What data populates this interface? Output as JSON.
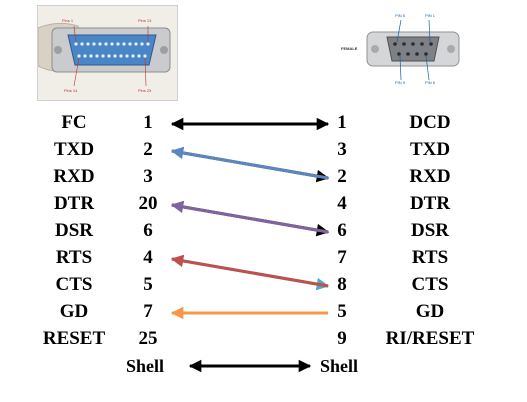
{
  "photos": {
    "db25": {
      "pin_labels": [
        "Pins 1",
        "Pins 13",
        "Pins 14",
        "Pins 25"
      ]
    },
    "db9": {
      "gender": "FEMALE",
      "pin_labels": [
        "PIN 5",
        "PIN 1",
        "PIN 9",
        "PIN 6"
      ]
    }
  },
  "rows": [
    {
      "left_signal": "FC",
      "left_pin": "1",
      "right_pin": "1",
      "right_signal": "DCD"
    },
    {
      "left_signal": "TXD",
      "left_pin": "2",
      "right_pin": "3",
      "right_signal": "TXD"
    },
    {
      "left_signal": "RXD",
      "left_pin": "3",
      "right_pin": "2",
      "right_signal": "RXD"
    },
    {
      "left_signal": "DTR",
      "left_pin": "20",
      "right_pin": "4",
      "right_signal": "DTR"
    },
    {
      "left_signal": "DSR",
      "left_pin": "6",
      "right_pin": "6",
      "right_signal": "DSR"
    },
    {
      "left_signal": "RTS",
      "left_pin": "4",
      "right_pin": "7",
      "right_signal": "RTS"
    },
    {
      "left_signal": "CTS",
      "left_pin": "5",
      "right_pin": "8",
      "right_signal": "CTS"
    },
    {
      "left_signal": "GD",
      "left_pin": "7",
      "right_pin": "5",
      "right_signal": "GD"
    },
    {
      "left_signal": "RESET",
      "left_pin": "25",
      "right_pin": "9",
      "right_signal": "RI/RESET"
    }
  ],
  "shell": {
    "left": "Shell",
    "right": "Shell"
  },
  "connections": [
    {
      "from_row": 0,
      "to_row": 0,
      "direction": "both",
      "color": "#000000"
    },
    {
      "from_row": 1,
      "to_row": 2,
      "direction": "right",
      "color": "#000000"
    },
    {
      "from_row": 1,
      "to_row": 2,
      "direction": "left",
      "color": "#5b86c0"
    },
    {
      "from_row": 3,
      "to_row": 4,
      "direction": "right",
      "color": "#000000"
    },
    {
      "from_row": 3,
      "to_row": 4,
      "direction": "left",
      "color": "#8064a2"
    },
    {
      "from_row": 5,
      "to_row": 6,
      "direction": "right",
      "color": "#4bacc6"
    },
    {
      "from_row": 5,
      "to_row": 6,
      "direction": "left",
      "color": "#c0504d"
    },
    {
      "from_row": 7,
      "to_row": 7,
      "direction": "left",
      "color": "#f79646"
    },
    {
      "from_row": "shell",
      "to_row": "shell",
      "direction": "both",
      "color": "#000000"
    }
  ]
}
